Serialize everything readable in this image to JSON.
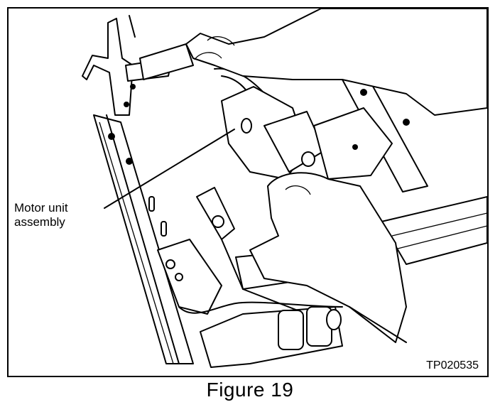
{
  "figure": {
    "callout": {
      "label": "Motor unit\nassembly",
      "target": "motor unit assembly"
    },
    "image_id": "TP020535",
    "caption": "Figure 19"
  },
  "icons": [
    "seat-frame-illustration",
    "hand-icon",
    "motor-unit-icon",
    "seat-track-icon"
  ]
}
